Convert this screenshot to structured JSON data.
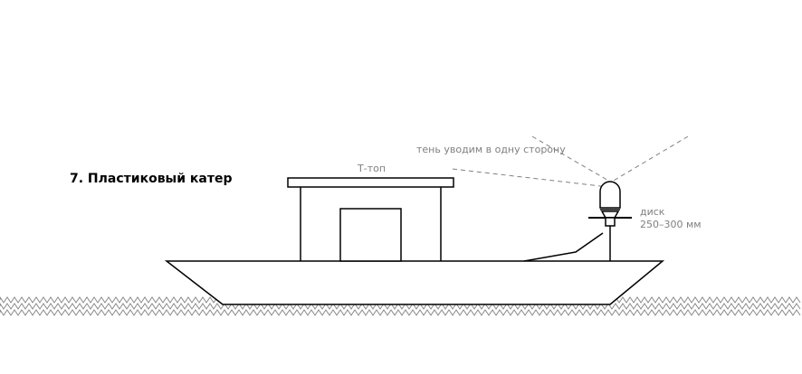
{
  "title": "7. Пластиковый катер",
  "labels": {
    "t_top": "Т-топ",
    "shadow": "тень уводим в одну сторону",
    "disk_line1": "диск",
    "disk_line2": "250–300 мм"
  },
  "colors": {
    "ink": "#000000",
    "annotation": "#808080",
    "water": "#888888"
  }
}
